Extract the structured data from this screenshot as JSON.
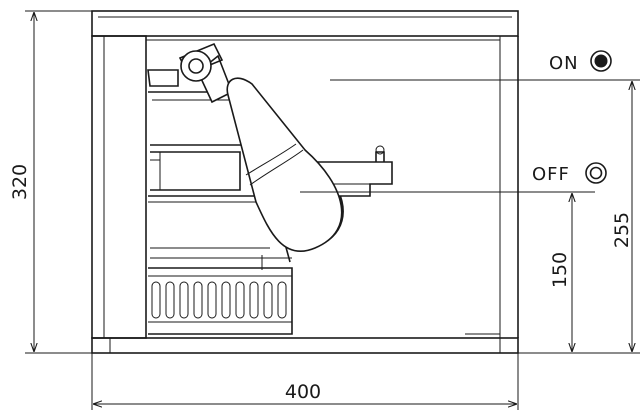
{
  "dimensions": {
    "total_height": "320",
    "width": "400",
    "on_level": "255",
    "off_level": "150"
  },
  "labels": {
    "on": "ON",
    "off": "OFF"
  },
  "colors": {
    "line": "#1a1a1a",
    "background": "#ffffff"
  }
}
